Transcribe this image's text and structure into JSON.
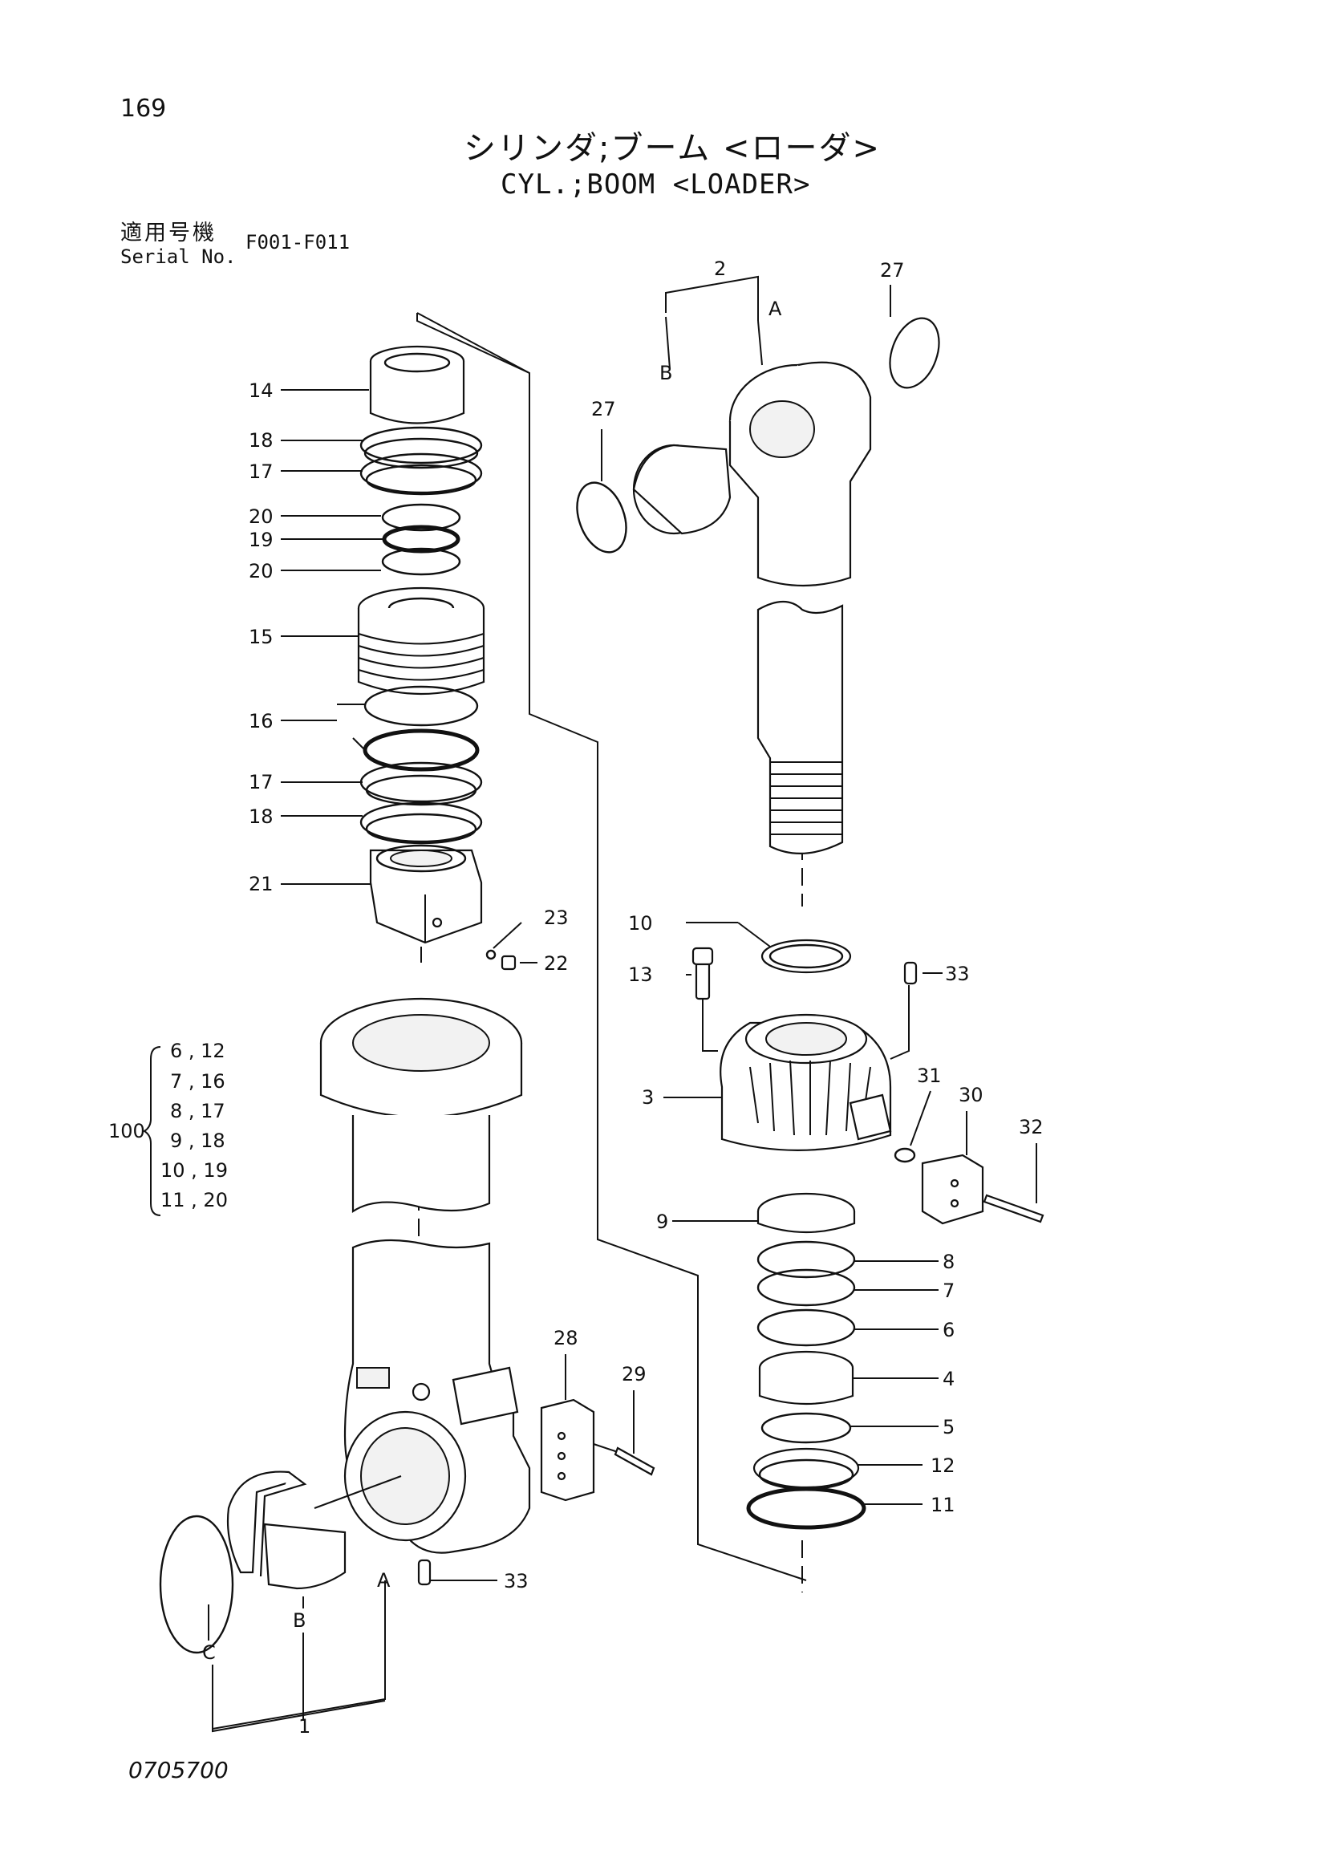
{
  "header": {
    "page_number": "169",
    "title_jp": "シリンダ;ブーム <ローダ>",
    "title_en": "CYL.;BOOM <LOADER>",
    "serial_label_jp": "適用号機",
    "serial_label_en": "Serial No.",
    "serial_value": "F001-F011"
  },
  "footer": {
    "doc_code": "0705700"
  },
  "callouts": {
    "c14": "14",
    "c18a": "18",
    "c17a": "17",
    "c20a": "20",
    "c19": "19",
    "c20b": "20",
    "c15": "15",
    "c16": "16",
    "c17b": "17",
    "c18b": "18",
    "c21": "21",
    "c23": "23",
    "c22": "22",
    "c2": "2",
    "cA_top": "A",
    "cB_top": "B",
    "c27a": "27",
    "c27b": "27",
    "c10": "10",
    "c13": "13",
    "c33a": "33",
    "c3": "3",
    "c31": "31",
    "c30": "30",
    "c32": "32",
    "c9": "9",
    "c8": "8",
    "c7": "7",
    "c6": "6",
    "c4": "4",
    "c5": "5",
    "c12": "12",
    "c11": "11",
    "c28": "28",
    "c29": "29",
    "c33b": "33",
    "cA_bot": "A",
    "cB_bot": "B",
    "cC_bot": "C",
    "c1": "1"
  },
  "kit": {
    "label": "100",
    "rows": [
      "6 , 12",
      "7 , 16",
      "8 , 17",
      "9 , 18",
      "10 , 19",
      "11 , 20"
    ]
  }
}
